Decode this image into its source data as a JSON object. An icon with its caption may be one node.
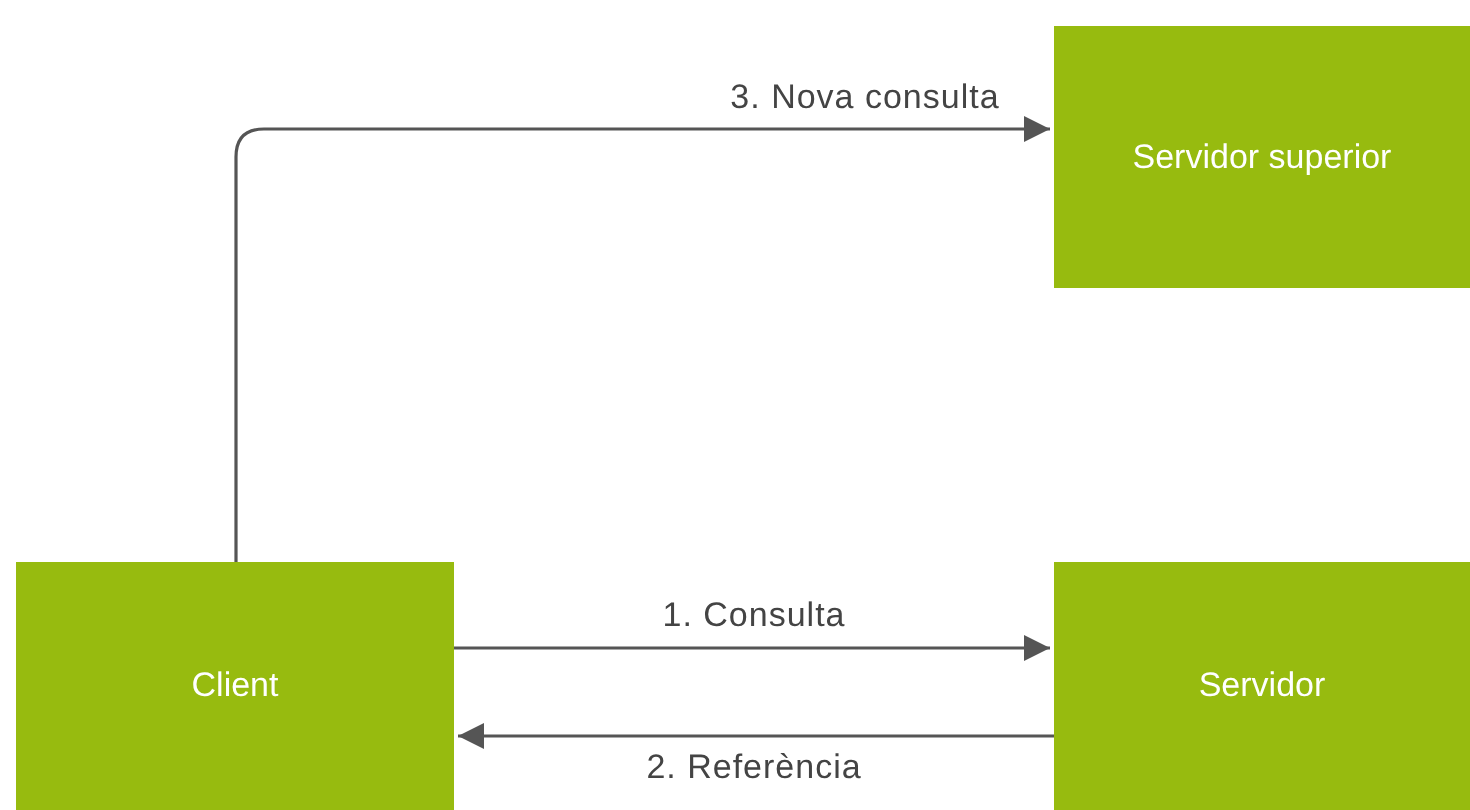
{
  "diagram": {
    "nodes": [
      {
        "text": [
          "Servidor superior"
        ]
      },
      {
        "text": [
          "Client"
        ]
      },
      {
        "text": [
          "Servidor"
        ]
      }
    ],
    "edges": [
      {
        "from": 1,
        "to": 2,
        "arrow": "to",
        "label": "1. Consulta"
      },
      {
        "from": 2,
        "to": 1,
        "arrow": "to",
        "label": "2. Referència"
      },
      {
        "from": 1,
        "to": 0,
        "arrow": "to",
        "label": "3. Nova consulta"
      }
    ]
  }
}
